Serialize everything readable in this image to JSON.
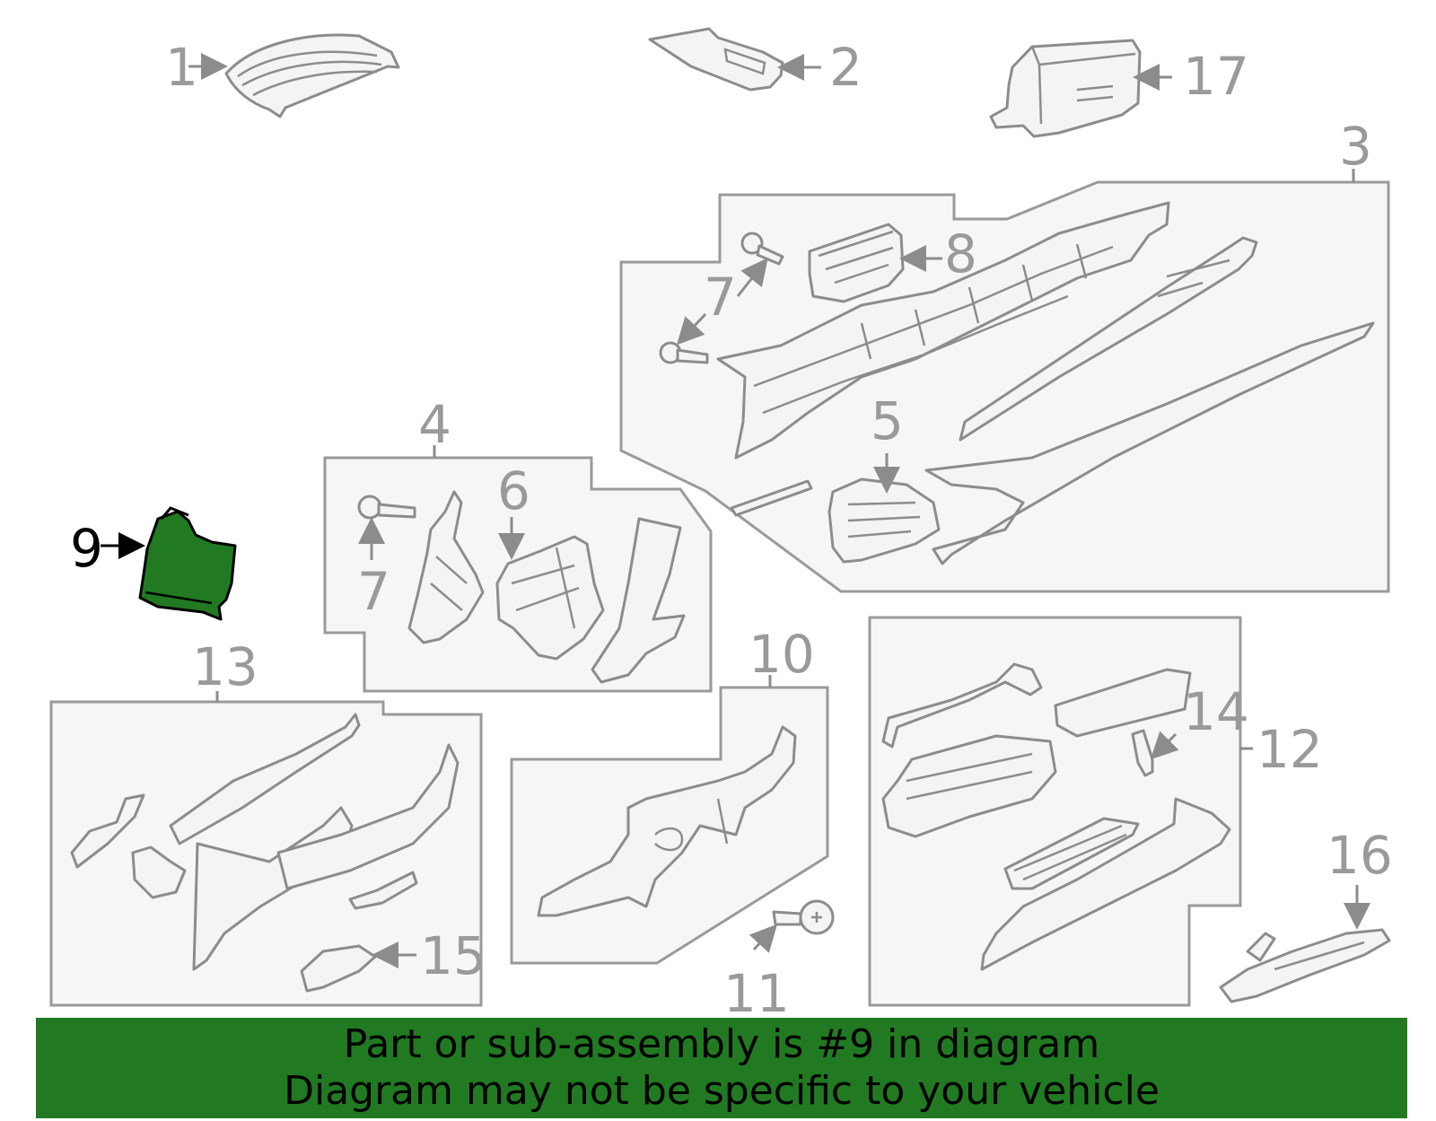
{
  "callouts": {
    "c1": "1",
    "c2": "2",
    "c3": "3",
    "c4": "4",
    "c5": "5",
    "c6": "6",
    "c7a": "7",
    "c7b": "7",
    "c8": "8",
    "c9": "9",
    "c10": "10",
    "c11": "11",
    "c12": "12",
    "c13": "13",
    "c14": "14",
    "c15": "15",
    "c16": "16",
    "c17": "17"
  },
  "highlighted_part": "9",
  "colors": {
    "highlight": "#217a21",
    "outline": "#9a9a9a",
    "box_fill": "#f6f6f6"
  },
  "banner": {
    "line1": "Part or sub-assembly is #9 in diagram",
    "line2": "Diagram may not be specific to your vehicle"
  }
}
